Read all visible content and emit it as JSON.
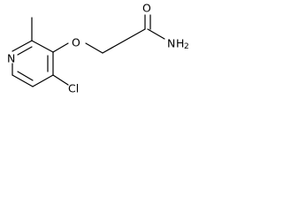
{
  "molecule": {
    "atoms": {
      "oxygen_carbonyl": "O",
      "oxygen_ether": "O",
      "nitrogen_ring": "N",
      "chlorine": "Cl",
      "amide_n": "N",
      "amide_h": "H",
      "amide_h_count": "2"
    }
  }
}
